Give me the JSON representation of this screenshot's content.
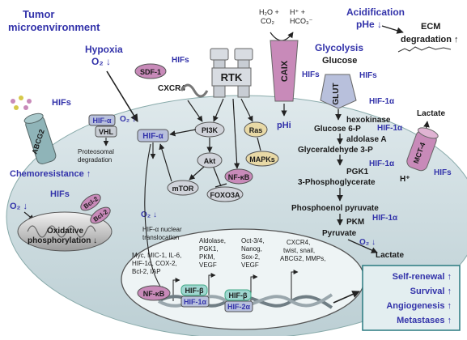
{
  "title": [
    "Tumor",
    "microenvironment"
  ],
  "acidification": {
    "line1": "Acidification",
    "line2": "pHe ↓"
  },
  "ecm": {
    "line1": "ECM",
    "line2": "degradation ↑"
  },
  "hypoxia": {
    "line1": "Hypoxia",
    "line2": "O₂ ↓"
  },
  "glycolysis": {
    "title": "Glycolysis",
    "sub": "Glucose"
  },
  "receptors": {
    "sdf1": "SDF-1",
    "cxcr4": "CXCR4",
    "rtk": "RTK",
    "caix": "CAIX",
    "glut": "GLUT",
    "mct4": "MCT-4",
    "abcg2": "ABCG2"
  },
  "caix_chem": {
    "left": "H₂O +\nCO₂",
    "right": "H⁺ +\nHCO₃⁻",
    "phi": "pHi"
  },
  "hifs_label": "HIFs",
  "hif1a_label": "HIF-1α",
  "hif_a": "HIF-α",
  "vhl": "VHL",
  "o2_down": "O₂ ↓",
  "proteosomal": [
    "Proteosomal",
    "degradation"
  ],
  "chemoresistance": "Chemoresistance ↑",
  "signaling": {
    "pi3k": "PI3K",
    "akt": "Akt",
    "mtor": "mTOR",
    "foxo3a": "FOXO3A",
    "ras": "Ras",
    "mapks": "MAPKs",
    "nfkb": "NF-κB"
  },
  "glycolysis_steps": [
    "Glucose 6-P",
    "Glyceraldehyde 3-P",
    "PGK1",
    "3-Phosphoglycerate",
    "Phosphoenol pyruvate",
    "PKM",
    "Pyruvate"
  ],
  "enzymes": {
    "hexokinase": "hexokinase",
    "aldolase": "aldolase A"
  },
  "lactate": "Lactate",
  "hplus": "H⁺",
  "mito": {
    "bcl2": "Bcl-2",
    "label1": "Oxidative",
    "label2": "phosphorylation ↓"
  },
  "translocation": [
    "HIF-α nuclear",
    "translocation"
  ],
  "targets": {
    "g1": [
      "Myc, MIC-1, IL-6,",
      "HIF-1α, COX-2,",
      "Bcl-2, IAP"
    ],
    "g2": [
      "Aldolase,",
      "PGK1,",
      "PKM,",
      "VEGF"
    ],
    "g3": [
      "Oct-3/4,",
      "Nanog,",
      "Sox-2,",
      "VEGF"
    ],
    "g4": [
      "CXCR4,",
      "twist, snail,",
      "ABCG2, MMPs,"
    ]
  },
  "dna": {
    "nfkb": "NF-κB",
    "hif_b1": "HIF-β",
    "hif1a": "HIF-1α",
    "hif_b2": "HIF-β",
    "hif2a": "HIF-2α"
  },
  "outcomes": [
    "Self-renewal ↑",
    "Survival ↑",
    "Angiogenesis ↑",
    "Metastases ↑"
  ],
  "colors": {
    "cell": "#c9d9de",
    "nucleus": "#e9f1f3",
    "node": "#d0d3da",
    "hif": "#b8c0dc",
    "receptor": "#c8cdd4",
    "magenta": "#c88ab9",
    "label_blue": "#3333aa",
    "outcome_border": "#2a7a80"
  }
}
